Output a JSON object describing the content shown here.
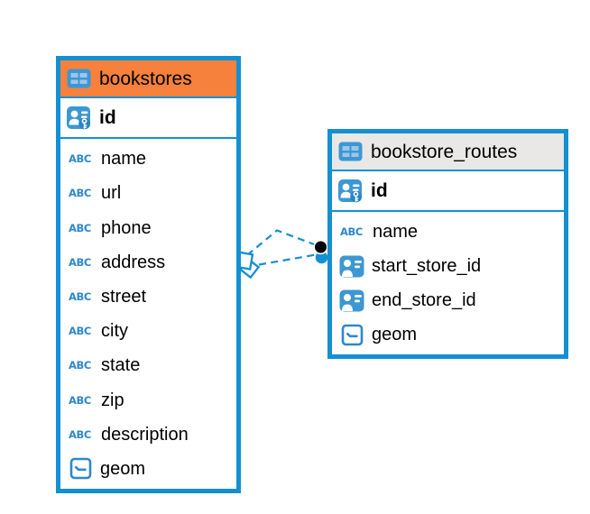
{
  "colors": {
    "table_border": "#1490D2",
    "relationship_line": "#1490D2",
    "icon_blue": "#3D97D3",
    "icon_blue_light": "#9CC6E8",
    "icon_stroke_blue": "#2F88CB",
    "icon_badge_blue": "#2B84C4",
    "bookstores_header_bg": "#F5813C",
    "routes_header_bg": "#E9E8E6",
    "row_bg": "#FFFFFF",
    "text_color": "#000000"
  },
  "icons": {
    "text_type_glyph": "ABC"
  },
  "tables": [
    {
      "name": "bookstores",
      "primary_key": "id",
      "columns": [
        "name",
        "url",
        "phone",
        "address",
        "street",
        "city",
        "state",
        "zip",
        "description",
        "geom"
      ]
    },
    {
      "name": "bookstore_routes",
      "primary_key": "id",
      "columns": [
        "name",
        "start_store_id",
        "end_store_id",
        "geom"
      ]
    }
  ],
  "relationship": {
    "from_table": "bookstores",
    "to_table": "bookstore_routes",
    "line_style": "dashed",
    "line_count": 2,
    "source_marker": "double-diamond",
    "target_marker": "double-dot"
  }
}
